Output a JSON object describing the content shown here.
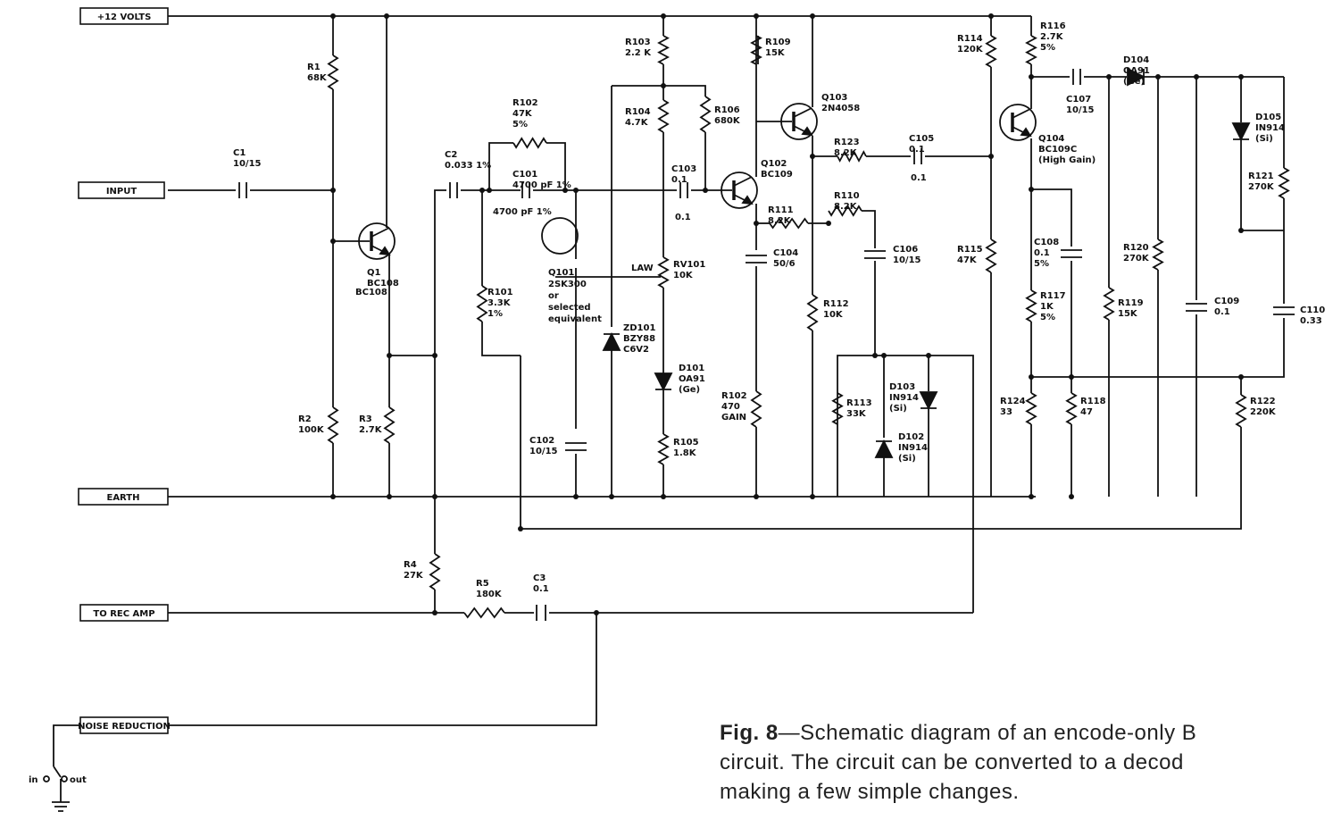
{
  "terminals": {
    "supply": "+12 VOLTS",
    "input": "INPUT",
    "earth": "EARTH",
    "rec_amp": "TO REC AMP",
    "noise_reduction": "NOISE REDUCTION"
  },
  "switch": {
    "in": "in",
    "out": "out"
  },
  "components": {
    "R1": [
      "R1",
      "68K"
    ],
    "C1": [
      "C1",
      "10/15"
    ],
    "Q1": [
      "Q1",
      "BC108"
    ],
    "R2": [
      "R2",
      "100K"
    ],
    "R3": [
      "R3",
      "2.7K"
    ],
    "C2": [
      "C2",
      "0.033 1%"
    ],
    "R102": [
      "R102",
      "47K",
      "5%"
    ],
    "C101": [
      "C101",
      "4700 pF 1%"
    ],
    "Q101": [
      "Q101",
      "2SK300",
      "or",
      "selected",
      "equivalent"
    ],
    "R101": [
      "R101",
      "3.3K",
      "1%"
    ],
    "C102": [
      "C102",
      "10/15"
    ],
    "ZD101": [
      "ZD101",
      "BZY88",
      "C6V2"
    ],
    "R103": [
      "R103",
      "2.2 K"
    ],
    "R104": [
      "R104",
      "4.7K"
    ],
    "R106": [
      "R106",
      "680K"
    ],
    "C103": [
      "C103",
      "0.1"
    ],
    "RV101": [
      "RV101",
      "10K"
    ],
    "LAW": "LAW",
    "D101": [
      "D101",
      "OA91",
      "(Ge)"
    ],
    "R105": [
      "R105",
      "1.8K"
    ],
    "R109": [
      "R109",
      "15K"
    ],
    "Q102": [
      "Q102",
      "BC109"
    ],
    "R111": [
      "R111",
      "8.2K"
    ],
    "C104": [
      "C104",
      "50/6"
    ],
    "R102G": [
      "R102",
      "470",
      "GAIN"
    ],
    "Q103": [
      "Q103",
      "2N4058"
    ],
    "R123": [
      "R123",
      "8.2K"
    ],
    "C105": [
      "C105",
      "0.1"
    ],
    "R110": [
      "R110",
      "8.2K"
    ],
    "C106": [
      "C106",
      "10/15"
    ],
    "R112": [
      "R112",
      "10K"
    ],
    "R113": [
      "R113",
      "33K"
    ],
    "D103": [
      "D103",
      "IN914",
      "(Si)"
    ],
    "D102": [
      "D102",
      "IN914",
      "(Si)"
    ],
    "R114": [
      "R114",
      "120K"
    ],
    "R115": [
      "R115",
      "47K"
    ],
    "R116": [
      "R116",
      "2.7K",
      "5%"
    ],
    "Q104": [
      "Q104",
      "BC109C",
      "(High Gain)"
    ],
    "C107": [
      "C107",
      "10/15"
    ],
    "D104": [
      "D104",
      "OA91",
      "(Ge)"
    ],
    "C108": [
      "C108",
      "0.1",
      "5%"
    ],
    "R117": [
      "R117",
      "1K",
      "5%"
    ],
    "R124": [
      "R124",
      "33"
    ],
    "R118": [
      "R118",
      "47"
    ],
    "R119": [
      "R119",
      "15K"
    ],
    "R120": [
      "R120",
      "270K"
    ],
    "C109": [
      "C109",
      "0.1"
    ],
    "D105": [
      "D105",
      "IN914",
      "(Si)"
    ],
    "R121": [
      "R121",
      "270K"
    ],
    "C110": [
      "C110",
      "0.33"
    ],
    "R122": [
      "R122",
      "220K"
    ],
    "R4": [
      "R4",
      "27K"
    ],
    "R5": [
      "R5",
      "180K"
    ],
    "C3": [
      "C3",
      "0.1"
    ]
  },
  "caption": {
    "lead": "Fig. 8",
    "line1": "—Schematic diagram of an encode-only B",
    "line2": "circuit. The circuit can be converted to a decod",
    "line3": "making a few simple changes."
  }
}
